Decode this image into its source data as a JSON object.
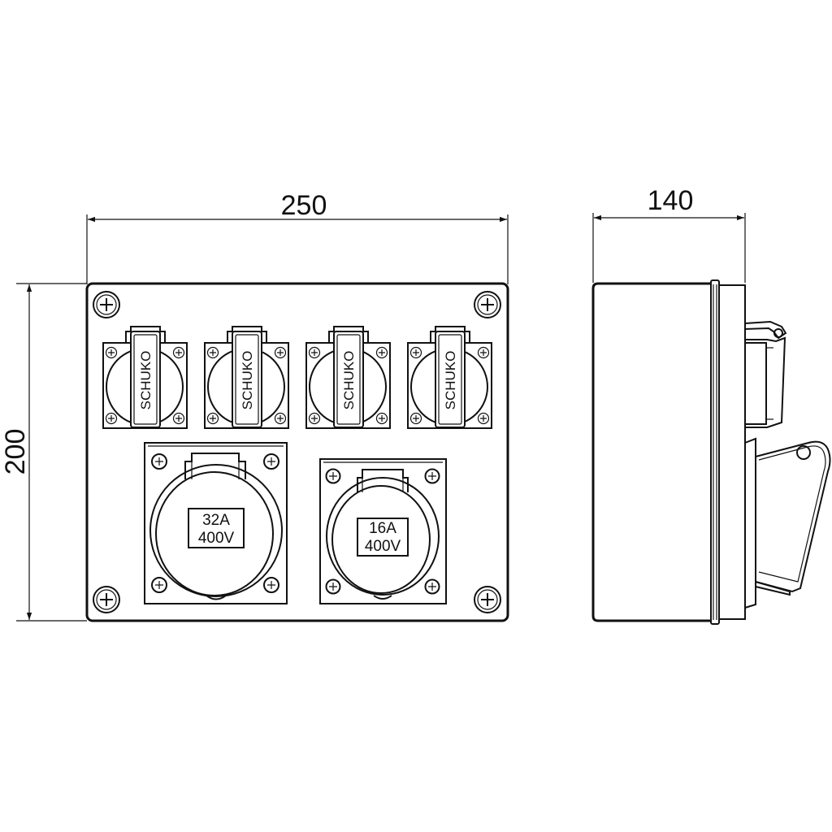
{
  "dimensions": {
    "width": "250",
    "height": "200",
    "depth": "140"
  },
  "schuko_sockets": [
    {
      "label": "SCHUKO"
    },
    {
      "label": "SCHUKO"
    },
    {
      "label": "SCHUKO"
    },
    {
      "label": "SCHUKO"
    }
  ],
  "cee_sockets": [
    {
      "current": "32A",
      "voltage": "400V"
    },
    {
      "current": "16A",
      "voltage": "400V"
    }
  ]
}
